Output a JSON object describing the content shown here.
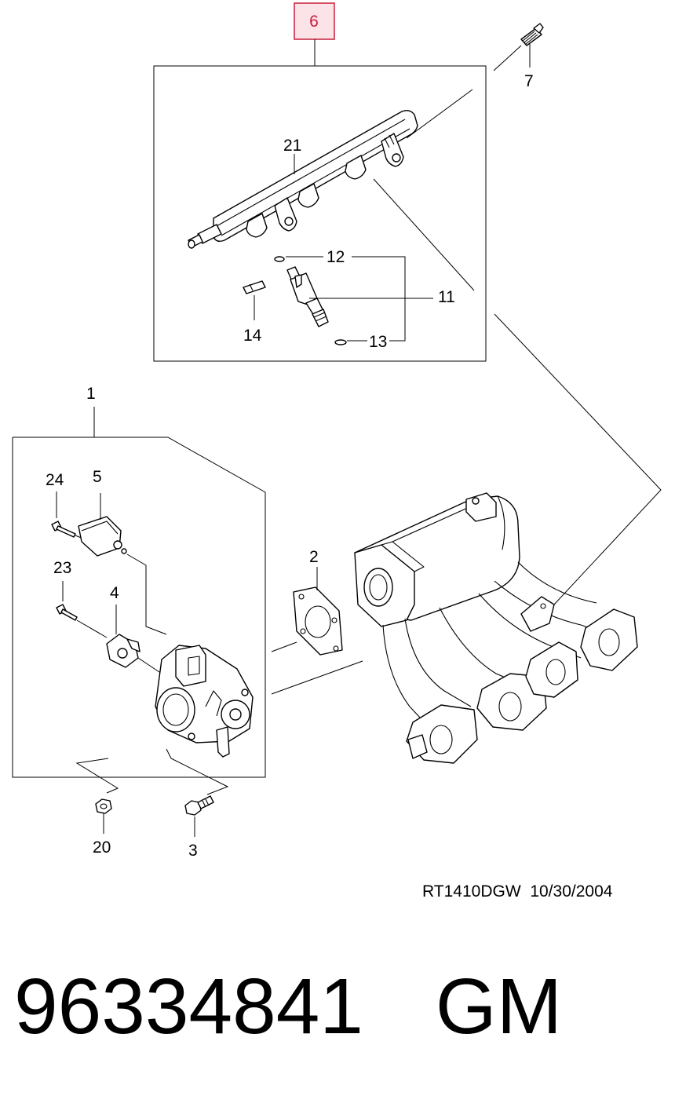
{
  "callouts": {
    "c1": "1",
    "c2": "2",
    "c3": "3",
    "c4": "4",
    "c5": "5",
    "c6": "6",
    "c7": "7",
    "c11": "11",
    "c12": "12",
    "c13": "13",
    "c14": "14",
    "c20": "20",
    "c21": "21",
    "c23": "23",
    "c24": "24"
  },
  "highlighted_callout": "6",
  "colors": {
    "highlight_fill": "#fbe3e8",
    "highlight_stroke": "#c81e3c"
  },
  "footer": {
    "drawing_code": "RT1410DGW",
    "date": "10/30/2004"
  },
  "part": {
    "number": "96334841",
    "brand": "GM"
  }
}
